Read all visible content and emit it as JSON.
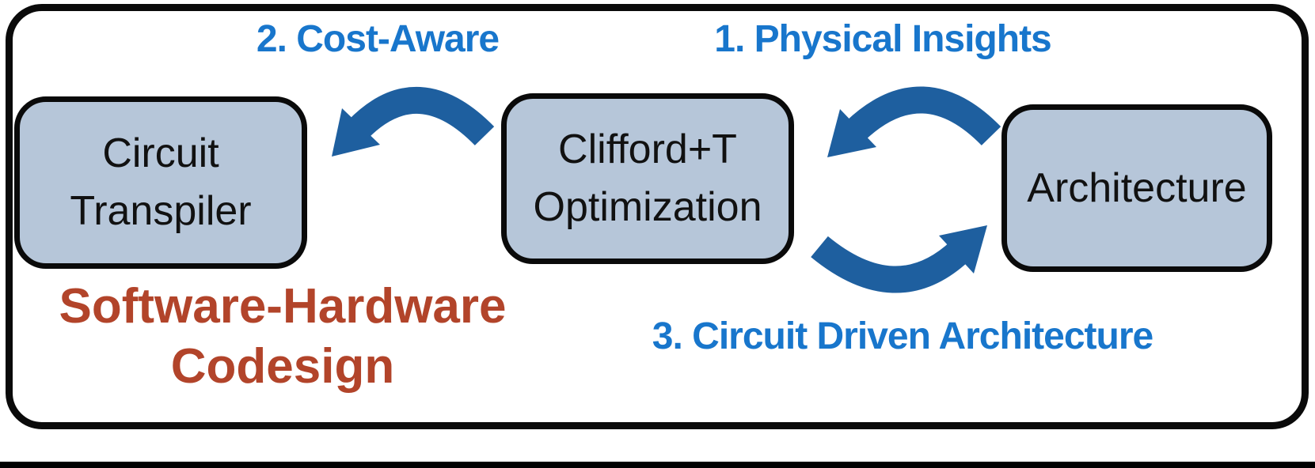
{
  "colors": {
    "label_blue": "#1876CC",
    "arrow_blue": "#1E5F9F",
    "codesign_red": "#B2442A",
    "node_fill": "#B6C6D9",
    "node_border": "#0A0A0A"
  },
  "annotations": {
    "step1": "1. Physical Insights",
    "step2": "2. Cost-Aware",
    "step3": "3. Circuit Driven Architecture"
  },
  "nodes": [
    {
      "id": "circuit-transpiler",
      "lines": [
        "Circuit",
        "Transpiler"
      ]
    },
    {
      "id": "clifford-t-optimization",
      "lines": [
        "Clifford+T",
        "Optimization"
      ]
    },
    {
      "id": "architecture",
      "lines": [
        "Architecture"
      ]
    }
  ],
  "codesign": {
    "lines": [
      "Software-Hardware",
      "Codesign"
    ]
  },
  "arrows": [
    {
      "name": "cost-aware-arrow",
      "direction": "arc-pointing-left",
      "from": "Clifford+T Optimization",
      "to": "Circuit Transpiler"
    },
    {
      "name": "physical-insights-arrow",
      "direction": "arc-pointing-left",
      "from": "Architecture",
      "to": "Clifford+T Optimization"
    },
    {
      "name": "circuit-driven-arrow",
      "direction": "arc-pointing-right",
      "from": "Clifford+T Optimization",
      "to": "Architecture"
    }
  ]
}
